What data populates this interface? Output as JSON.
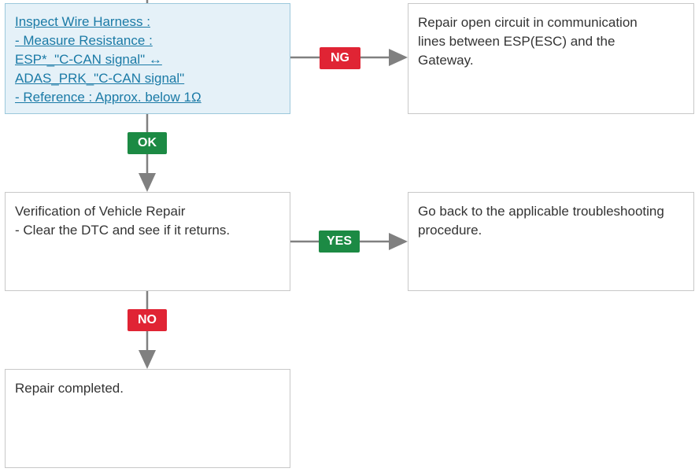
{
  "steps": {
    "inspect": {
      "lines": [
        "Inspect Wire Harness :",
        "- Measure Resistance :",
        "ESP*_\"C-CAN signal\" ↔",
        "ADAS_PRK_\"C-CAN signal\"",
        "-  Reference : Approx. below 1Ω"
      ]
    },
    "repair_open": {
      "lines": [
        "Repair open circuit in communication",
        "lines between ESP(ESC) and the",
        "Gateway."
      ]
    },
    "verify": {
      "lines": [
        "Verification of Vehicle Repair",
        "- Clear the DTC and see if it returns."
      ]
    },
    "go_back": {
      "lines": [
        "Go back to the applicable troubleshooting",
        "procedure."
      ]
    },
    "completed": {
      "lines": [
        "Repair completed."
      ]
    }
  },
  "badges": {
    "ng": "NG",
    "ok": "OK",
    "yes": "YES",
    "no": "NO"
  },
  "colors": {
    "highlight_bg": "#e5f1f8",
    "link_text": "#1a7aa6",
    "negative": "#e02434",
    "positive": "#1c8a44",
    "arrow": "#808080"
  }
}
